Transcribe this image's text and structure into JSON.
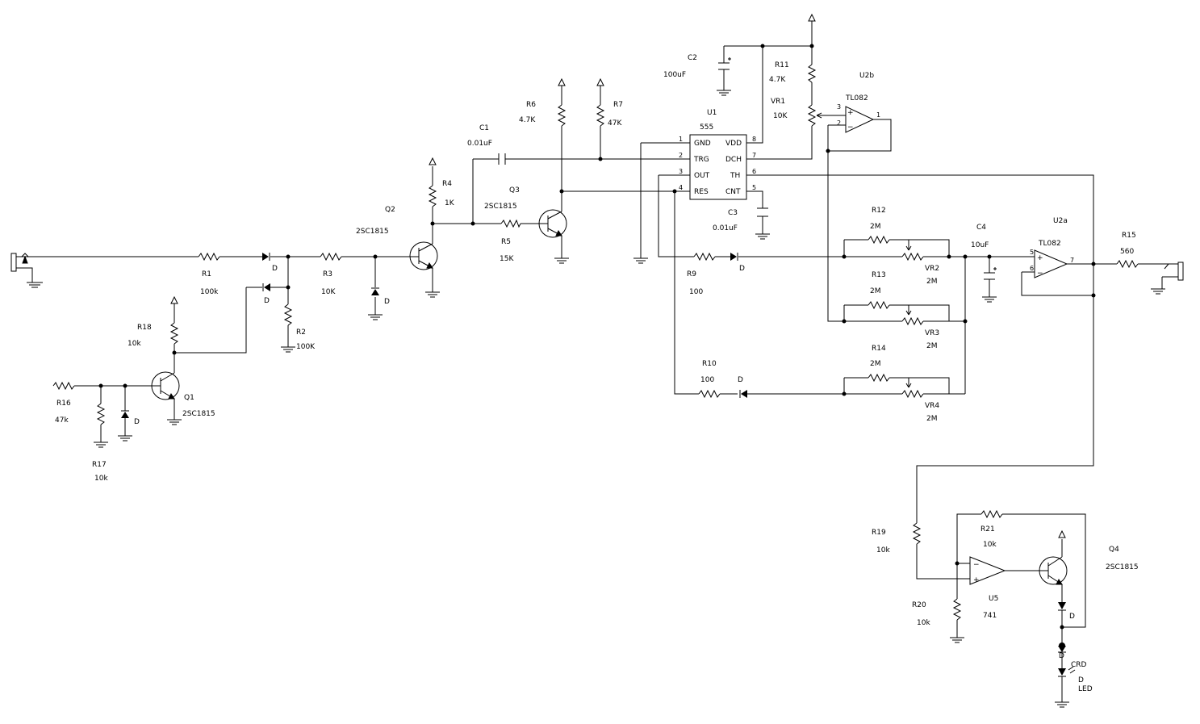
{
  "components": {
    "R1": {
      "ref": "R1",
      "value": "100k"
    },
    "R2": {
      "ref": "R2",
      "value": "100K"
    },
    "R3": {
      "ref": "R3",
      "value": "10K"
    },
    "R4": {
      "ref": "R4",
      "value": "1K"
    },
    "R5": {
      "ref": "R5",
      "value": "15K"
    },
    "R6": {
      "ref": "R6",
      "value": "4.7K"
    },
    "R7": {
      "ref": "R7",
      "value": "47K"
    },
    "R9": {
      "ref": "R9",
      "value": "100"
    },
    "R10": {
      "ref": "R10",
      "value": "100"
    },
    "R11": {
      "ref": "R11",
      "value": "4.7K"
    },
    "R12": {
      "ref": "R12",
      "value": "2M"
    },
    "R13": {
      "ref": "R13",
      "value": "2M"
    },
    "R14": {
      "ref": "R14",
      "value": "2M"
    },
    "R15": {
      "ref": "R15",
      "value": "560"
    },
    "R16": {
      "ref": "R16",
      "value": "47k"
    },
    "R17": {
      "ref": "R17",
      "value": "10k"
    },
    "R18": {
      "ref": "R18",
      "value": "10k"
    },
    "R19": {
      "ref": "R19",
      "value": "10k"
    },
    "R20": {
      "ref": "R20",
      "value": "10k"
    },
    "R21": {
      "ref": "R21",
      "value": "10k"
    },
    "C1": {
      "ref": "C1",
      "value": "0.01uF"
    },
    "C2": {
      "ref": "C2",
      "value": "100uF"
    },
    "C3": {
      "ref": "C3",
      "value": "0.01uF"
    },
    "C4": {
      "ref": "C4",
      "value": "10uF"
    },
    "VR1": {
      "ref": "VR1",
      "value": "10K"
    },
    "VR2": {
      "ref": "VR2",
      "value": "2M"
    },
    "VR3": {
      "ref": "VR3",
      "value": "2M"
    },
    "VR4": {
      "ref": "VR4",
      "value": "2M"
    },
    "Q1": {
      "ref": "Q1",
      "value": "2SC1815"
    },
    "Q2": {
      "ref": "Q2",
      "value": "2SC1815"
    },
    "Q3": {
      "ref": "Q3",
      "value": "2SC1815"
    },
    "Q4": {
      "ref": "Q4",
      "value": "2SC1815"
    },
    "U1": {
      "ref": "U1",
      "value": "555"
    },
    "U2a": {
      "ref": "U2a",
      "value": "TL082"
    },
    "U2b": {
      "ref": "U2b",
      "value": "TL082"
    },
    "U5": {
      "ref": "U5",
      "value": "741"
    }
  },
  "diode_label": "D",
  "crd_label": "CRD",
  "led_label": "LED",
  "ic555": {
    "pin_numbers": [
      "1",
      "2",
      "3",
      "4",
      "8",
      "7",
      "6",
      "5"
    ],
    "pin_names": [
      "GND",
      "TRG",
      "OUT",
      "RES",
      "VDD",
      "DCH",
      "TH",
      "CNT"
    ]
  },
  "tl082a_pins": {
    "inp": "5",
    "inn": "6",
    "out": "7"
  },
  "tl082b_pins": {
    "inp": "3",
    "inn": "2",
    "out": "1"
  },
  "opamp_signs": {
    "plus": "+",
    "minus": "−"
  }
}
